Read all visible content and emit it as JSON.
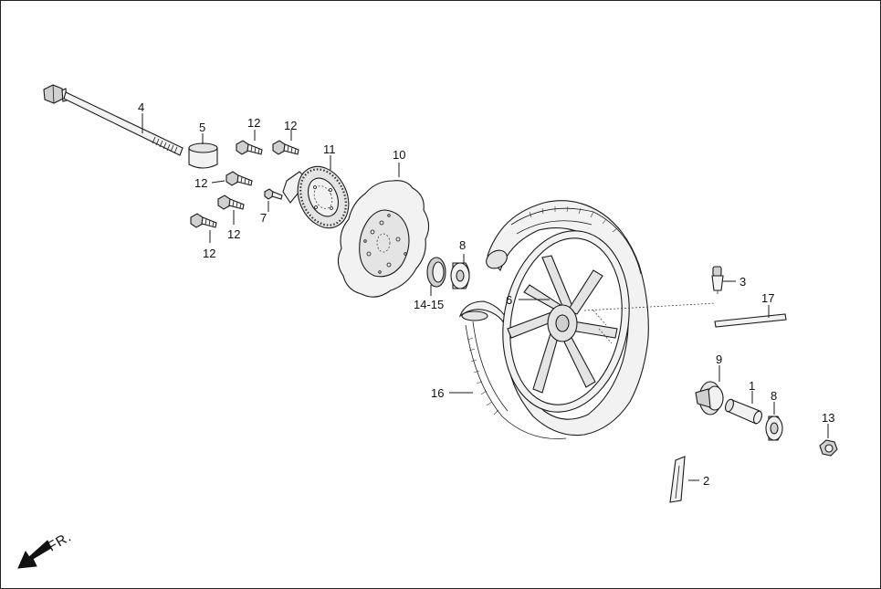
{
  "diagram": {
    "callouts": {
      "c1": "1",
      "c2": "2",
      "c3": "3",
      "c4": "4",
      "c5": "5",
      "c6": "6",
      "c7": "7",
      "c8a": "8",
      "c8b": "8",
      "c9": "9",
      "c10": "10",
      "c11": "11",
      "c12a": "12",
      "c12b": "12",
      "c12c": "12",
      "c12d": "12",
      "c12e": "12",
      "c13": "13",
      "c1415": "14-15",
      "c16": "16",
      "c17": "17"
    },
    "direction_label": "FR."
  }
}
